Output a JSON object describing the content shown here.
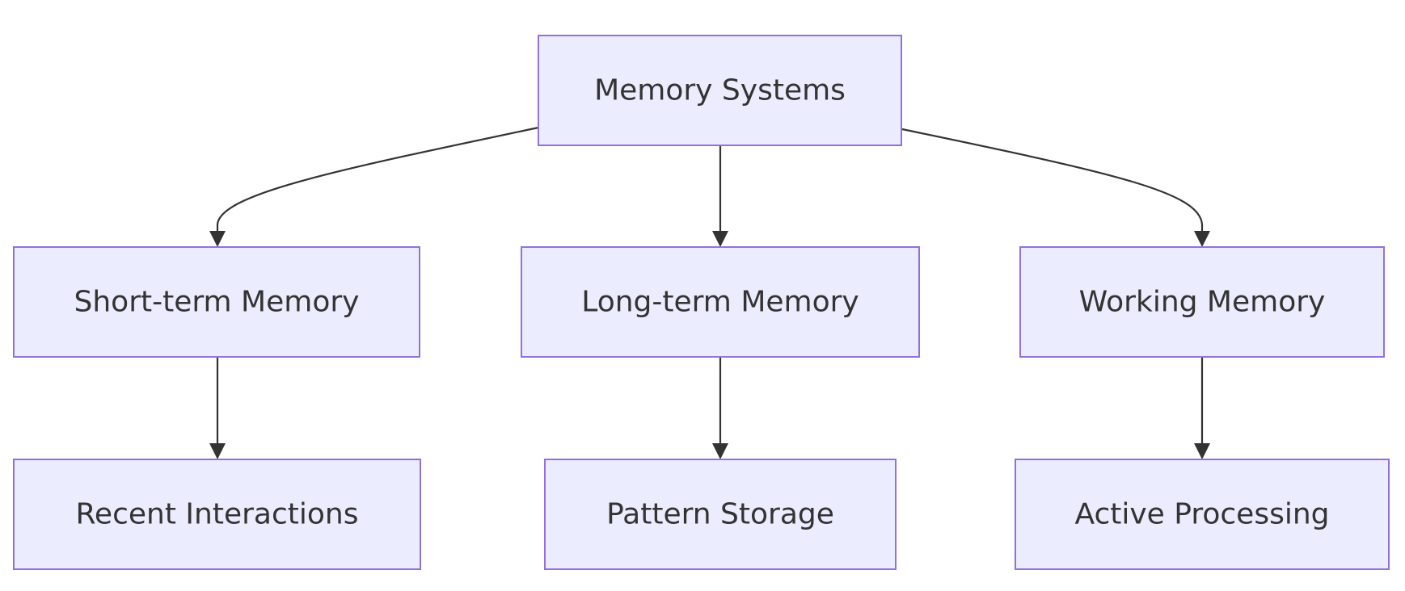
{
  "diagram": {
    "type": "flowchart",
    "direction": "top-down",
    "colors": {
      "node_fill": "#ececff",
      "node_stroke": "#9370db",
      "edge": "#333333",
      "text": "#333333"
    },
    "nodes": {
      "root": {
        "label": "Memory Systems"
      },
      "short_term": {
        "label": "Short-term Memory"
      },
      "long_term": {
        "label": "Long-term Memory"
      },
      "working": {
        "label": "Working Memory"
      },
      "recent": {
        "label": "Recent Interactions"
      },
      "pattern": {
        "label": "Pattern Storage"
      },
      "active": {
        "label": "Active Processing"
      }
    },
    "edges": [
      {
        "from": "root",
        "to": "short_term"
      },
      {
        "from": "root",
        "to": "long_term"
      },
      {
        "from": "root",
        "to": "working"
      },
      {
        "from": "short_term",
        "to": "recent"
      },
      {
        "from": "long_term",
        "to": "pattern"
      },
      {
        "from": "working",
        "to": "active"
      }
    ]
  }
}
